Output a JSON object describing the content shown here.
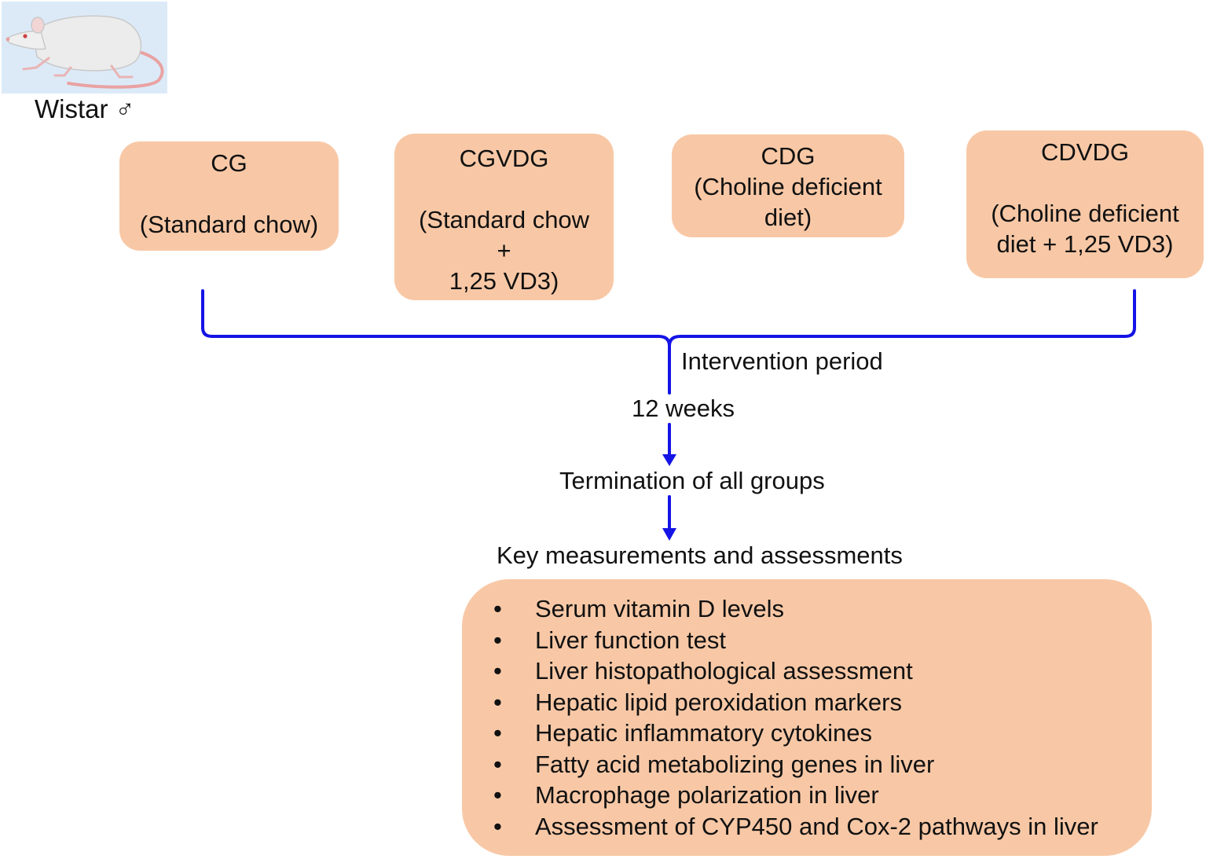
{
  "species_label": "Wistar ♂",
  "groups": [
    {
      "name": "CG",
      "desc": [
        "(Standard chow)"
      ]
    },
    {
      "name": "CGVDG",
      "desc": [
        "(Standard chow",
        "+",
        "1,25 VD3)"
      ]
    },
    {
      "name": "CDG",
      "desc": [
        "(Choline deficient",
        "diet)"
      ]
    },
    {
      "name": "CDVDG",
      "desc": [
        "(Choline deficient",
        "diet + 1,25 VD3)"
      ]
    }
  ],
  "flow": {
    "intervention_label": "Intervention period",
    "duration_label": "12 weeks",
    "termination_label": "Termination of all groups",
    "measurements_heading": "Key measurements and assessments"
  },
  "measurements": {
    "bullet": "•",
    "items": [
      "Serum vitamin D levels",
      "Liver function test",
      "Liver histopathological assessment",
      "Hepatic lipid peroxidation markers",
      "Hepatic inflammatory cytokines",
      "Fatty acid metabolizing genes in liver",
      "Macrophage polarization in liver",
      "Assessment of CYP450 and Cox-2 pathways in liver"
    ]
  },
  "colors": {
    "box_fill": "#f8c8a6",
    "connector": "#1414e6",
    "rat_background": "#dceaf8"
  },
  "icons": [
    "rat-icon",
    "male-symbol-icon",
    "down-arrow-icon"
  ]
}
